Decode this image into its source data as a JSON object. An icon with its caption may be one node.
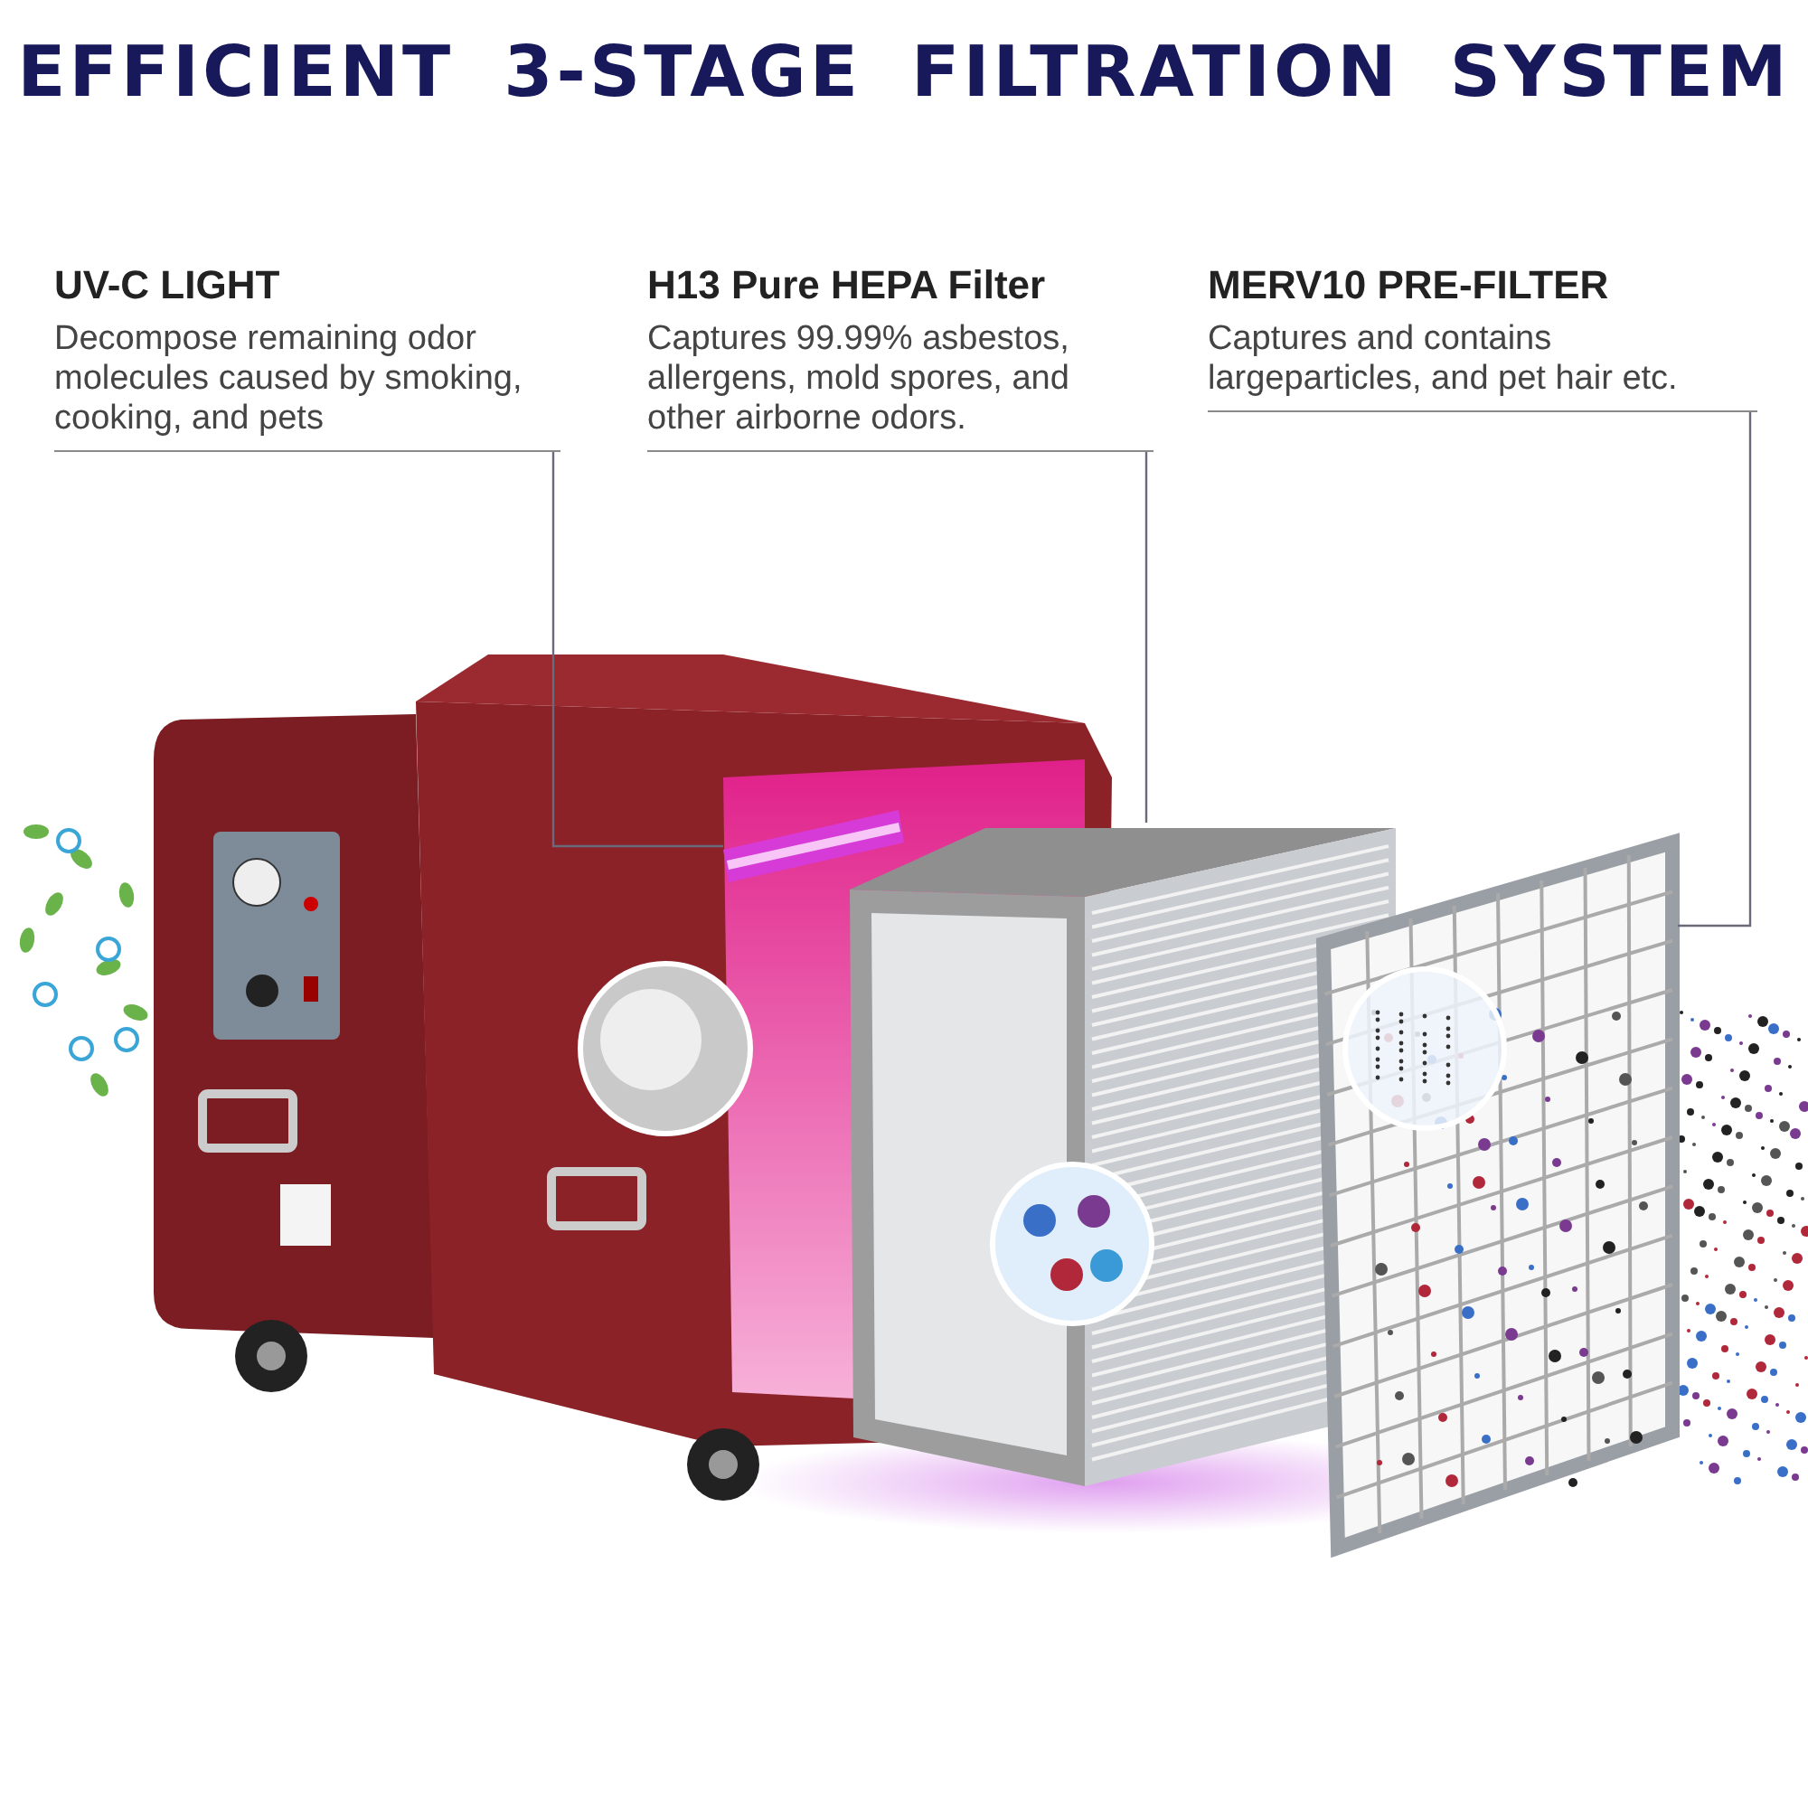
{
  "diagram": {
    "title": "EFFICIENT 3-STAGE FILTRATION SYSTEM",
    "nodes": [
      {
        "text": [
          "UV-C LIGHT",
          "Decompose remaining odor molecules caused by smoking, cooking, and pets"
        ]
      },
      {
        "text": [
          "H13 Pure HEPA Filter",
          "Captures 99.99% asbestos, allergens, mold spores, and other airborne odors."
        ]
      },
      {
        "text": [
          "MERV10 PRE-FILTER",
          "Captures and contains largeparticles, and pet hair etc."
        ]
      },
      {
        "text": [],
        "shape": "bar"
      },
      {
        "text": [],
        "shape": "box"
      },
      {
        "text": [],
        "shape": "box"
      }
    ],
    "edges": [
      {
        "from": 0,
        "to": 3,
        "arrow": "none"
      },
      {
        "from": 1,
        "to": 4,
        "arrow": "none"
      },
      {
        "from": 2,
        "to": 5,
        "arrow": "none"
      }
    ]
  }
}
